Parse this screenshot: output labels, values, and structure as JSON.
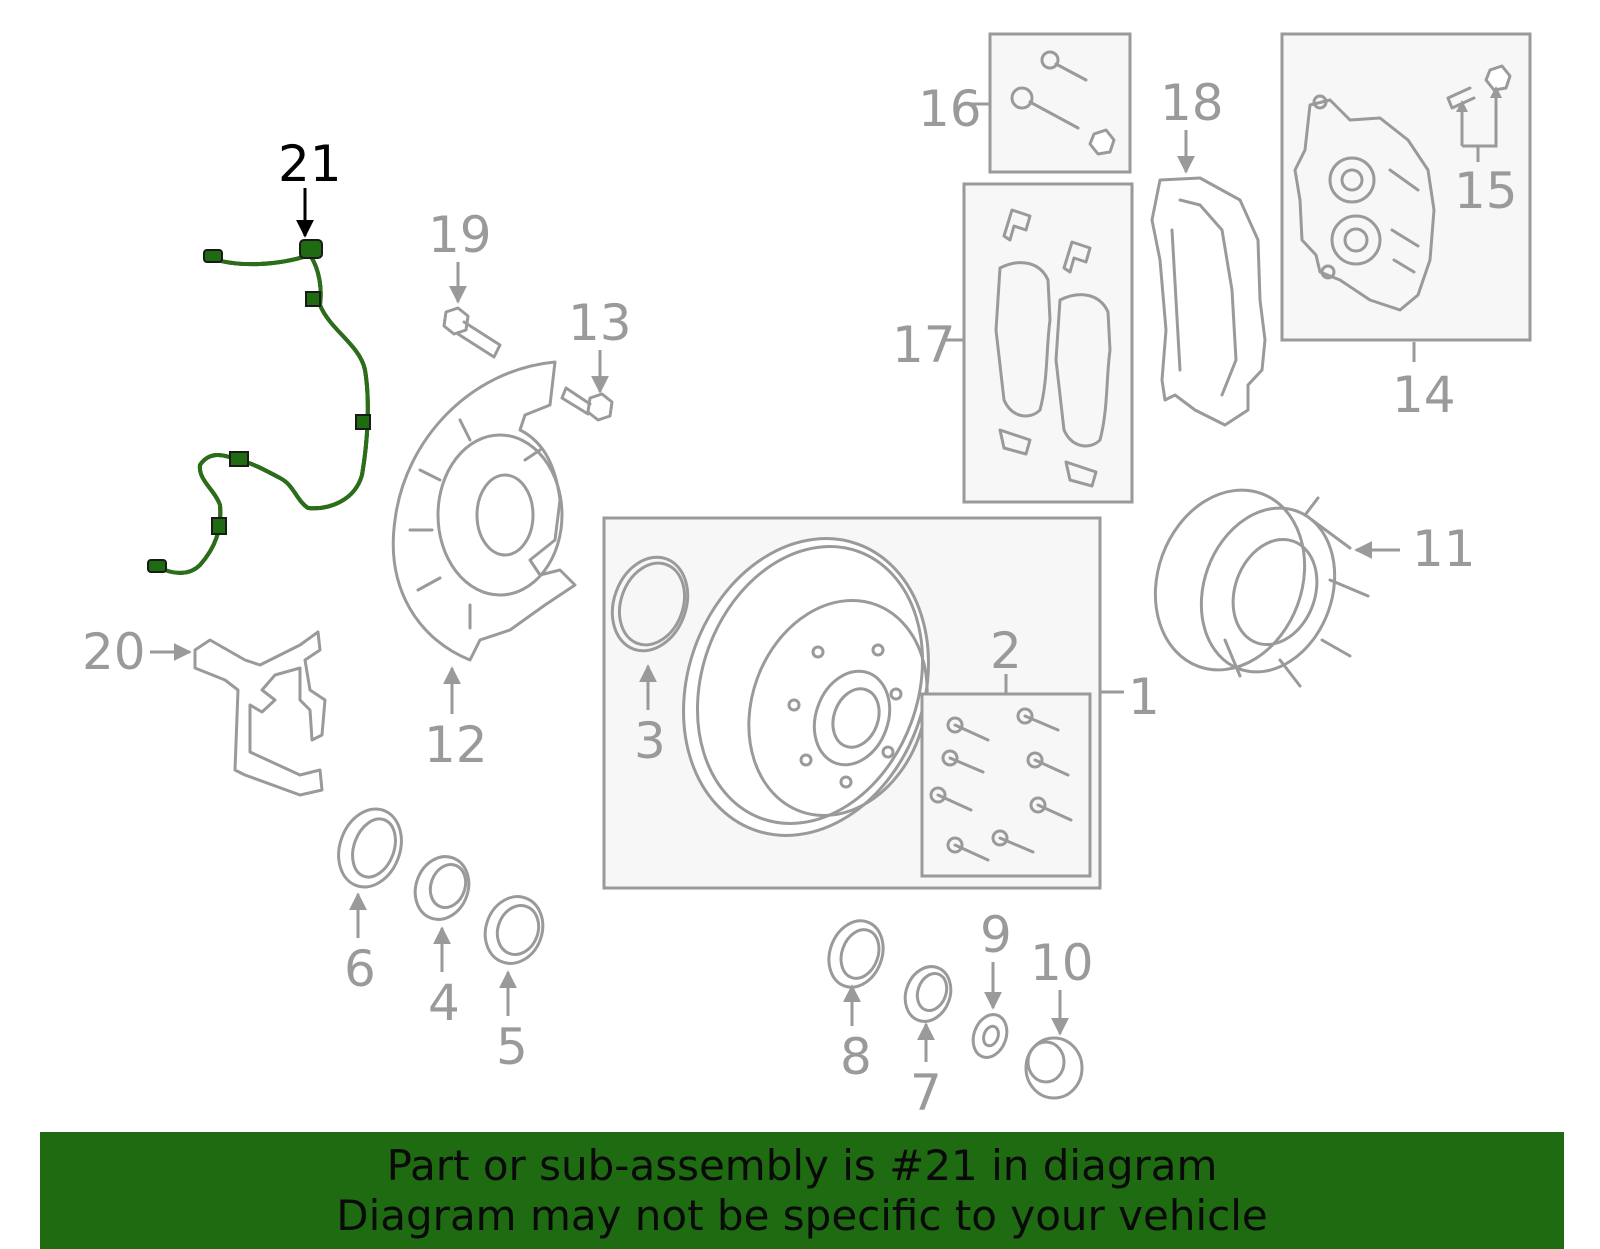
{
  "diagram": {
    "highlighted_part": "21",
    "highlight_color": "#1e6b12",
    "line_color": "#9a9a9a",
    "labels": {
      "l1": "1",
      "l2": "2",
      "l3": "3",
      "l4": "4",
      "l5": "5",
      "l6": "6",
      "l7": "7",
      "l8": "8",
      "l9": "9",
      "l10": "10",
      "l11": "11",
      "l12": "12",
      "l13": "13",
      "l14": "14",
      "l15": "15",
      "l16": "16",
      "l17": "17",
      "l18": "18",
      "l19": "19",
      "l20": "20",
      "l21": "21"
    }
  },
  "banner": {
    "line1": "Part or sub-assembly is #21 in diagram",
    "line2": "Diagram may not be specific to your vehicle",
    "background": "#1e6b12"
  }
}
